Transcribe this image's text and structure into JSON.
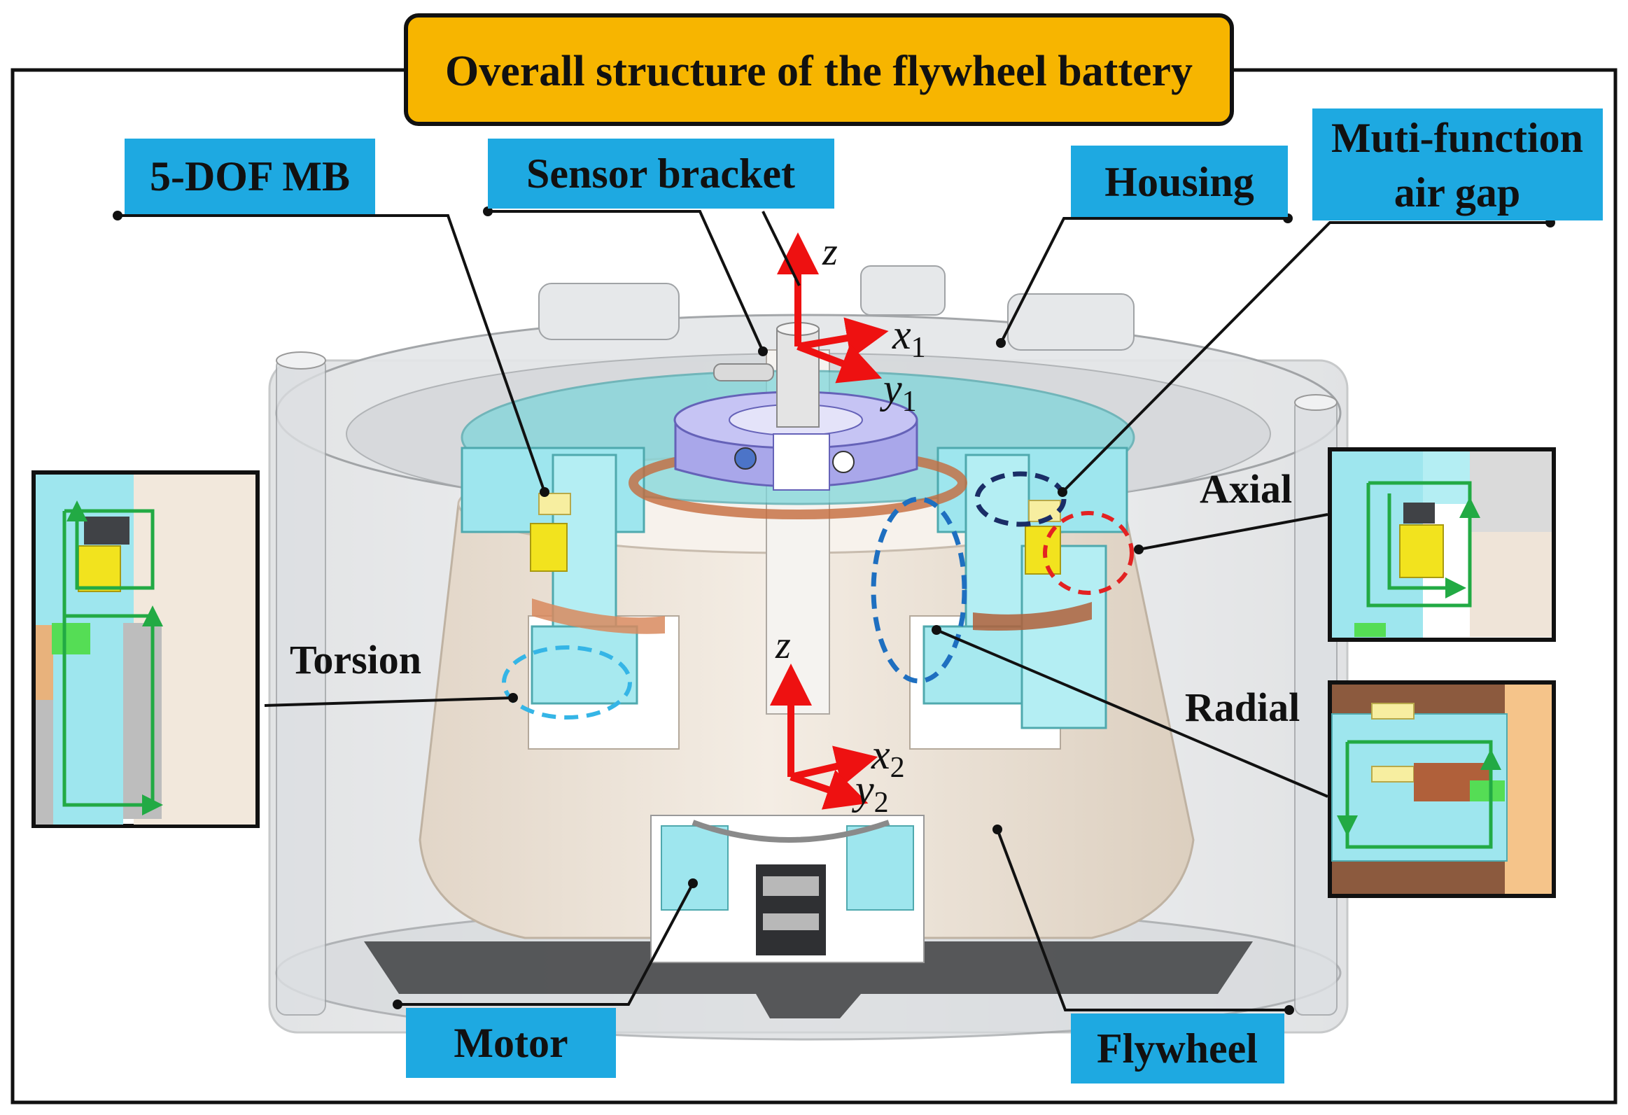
{
  "title": "Overall structure of the flywheel battery",
  "labels": {
    "mb": "5-DOF MB",
    "sensor_bracket": "Sensor bracket",
    "housing": "Housing",
    "air_gap_line1": "Muti-function",
    "air_gap_line2": "air gap",
    "motor": "Motor",
    "flywheel": "Flywheel",
    "axial": "Axial",
    "radial": "Radial",
    "torsion": "Torsion"
  },
  "axes": {
    "top": {
      "z": "z",
      "x": "x",
      "x_sub": "1",
      "y": "y",
      "y_sub": "1"
    },
    "bottom": {
      "z": "z",
      "x": "x",
      "x_sub": "2",
      "y": "y",
      "y_sub": "2"
    }
  },
  "colors": {
    "title_fill": "#F7B500",
    "label_fill": "#1EA9E1",
    "axis_arrow": "#EE1111",
    "flux_path": "#22AA44",
    "magnet": "#F2E31E",
    "glass": "#D8DADC",
    "flywheel": "#EFE4D8",
    "bearing": "#9EE6EE",
    "sensor": "#9A98E0"
  }
}
